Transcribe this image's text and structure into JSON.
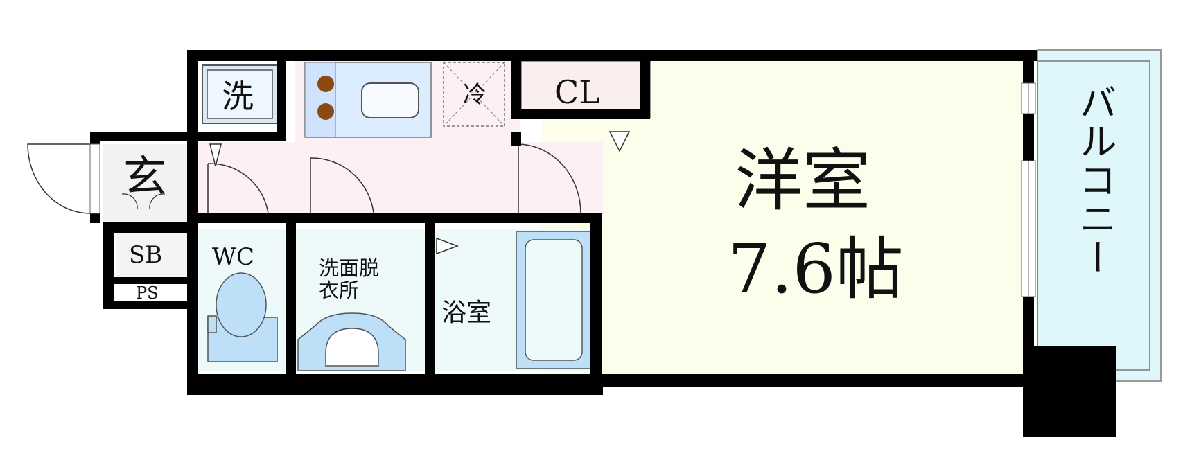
{
  "labels": {
    "yoshitsu": "洋室",
    "yoshitsu_size": "7.6帖",
    "closet": "CL",
    "fridge": "冷",
    "washer": "洗",
    "entrance": "玄",
    "shoe_box": "SB",
    "pipe_space": "PS",
    "toilet": "WC",
    "washroom": "洗面脱\n衣所",
    "bath": "浴室",
    "balcony": "バルコニー"
  },
  "colors": {
    "wall": "#000000",
    "western_room": "#fdfdec",
    "hall": "#fdf0f4",
    "wet_area": "#eefafa",
    "fixture": "#bde0f8",
    "balcony": "#dff7fb",
    "closet": "#fbeeee",
    "stove": "#8b4a12"
  }
}
